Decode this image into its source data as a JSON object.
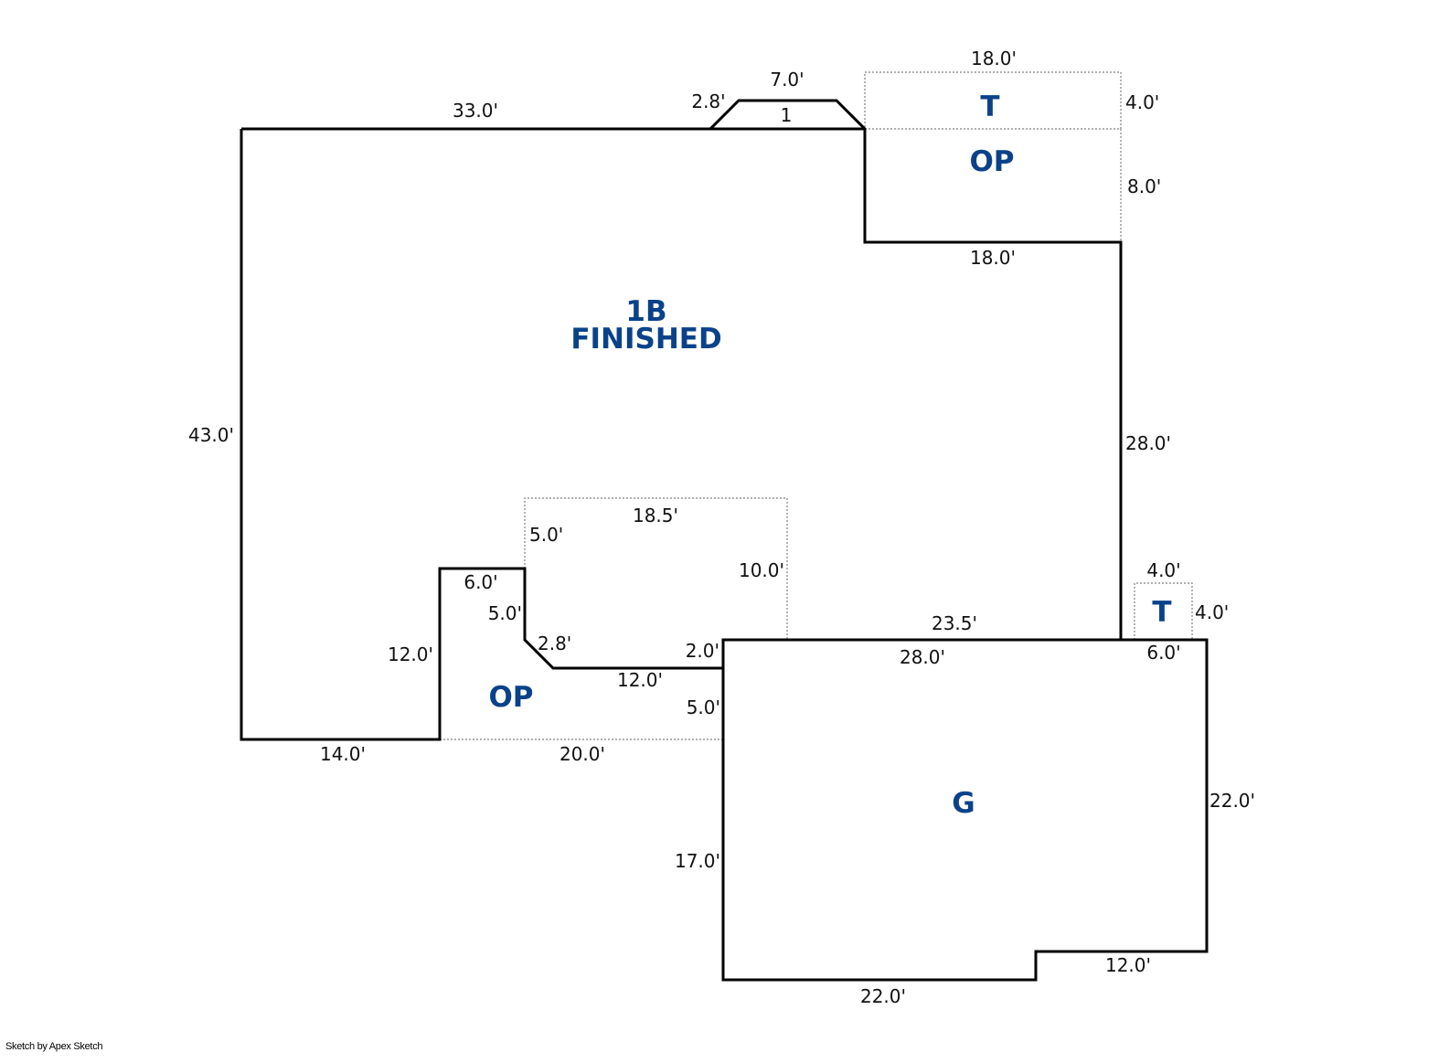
{
  "credit": "Sketch by Apex Sketch",
  "areas": {
    "main": {
      "line1": "1B",
      "line2": "FINISHED"
    },
    "porch_top": "OP",
    "terrace_top": "T",
    "porch_bottom": "OP",
    "terrace_small": "T",
    "garage": "G",
    "bay": "1"
  },
  "dimensions": {
    "main_top": "33.0'",
    "bay_angle": "2.8'",
    "bay_top": "7.0'",
    "terrace_top_width": "18.0'",
    "terrace_top_depth": "4.0'",
    "porch_top_depth": "8.0'",
    "porch_top_bottom": "18.0'",
    "main_left": "43.0'",
    "main_right": "28.0'",
    "recess_top": "18.5'",
    "recess_left": "5.0'",
    "recess_right": "10.0'",
    "notch_top": "6.0'",
    "notch_inner": "5.0'",
    "notch_angle": "2.8'",
    "notch_step": "2.0'",
    "left_wing": "12.0'",
    "porch_inner": "12.0'",
    "porch_right": "5.0'",
    "main_bottom_left": "14.0'",
    "porch_bottom": "20.0'",
    "garage_shared": "23.5'",
    "garage_top": "28.0'",
    "small_t_width": "4.0'",
    "small_t_depth": "4.0'",
    "garage_top_right": "6.0'",
    "garage_right": "22.0'",
    "garage_left": "17.0'",
    "garage_step": "12.0'",
    "garage_bottom": "22.0'"
  }
}
